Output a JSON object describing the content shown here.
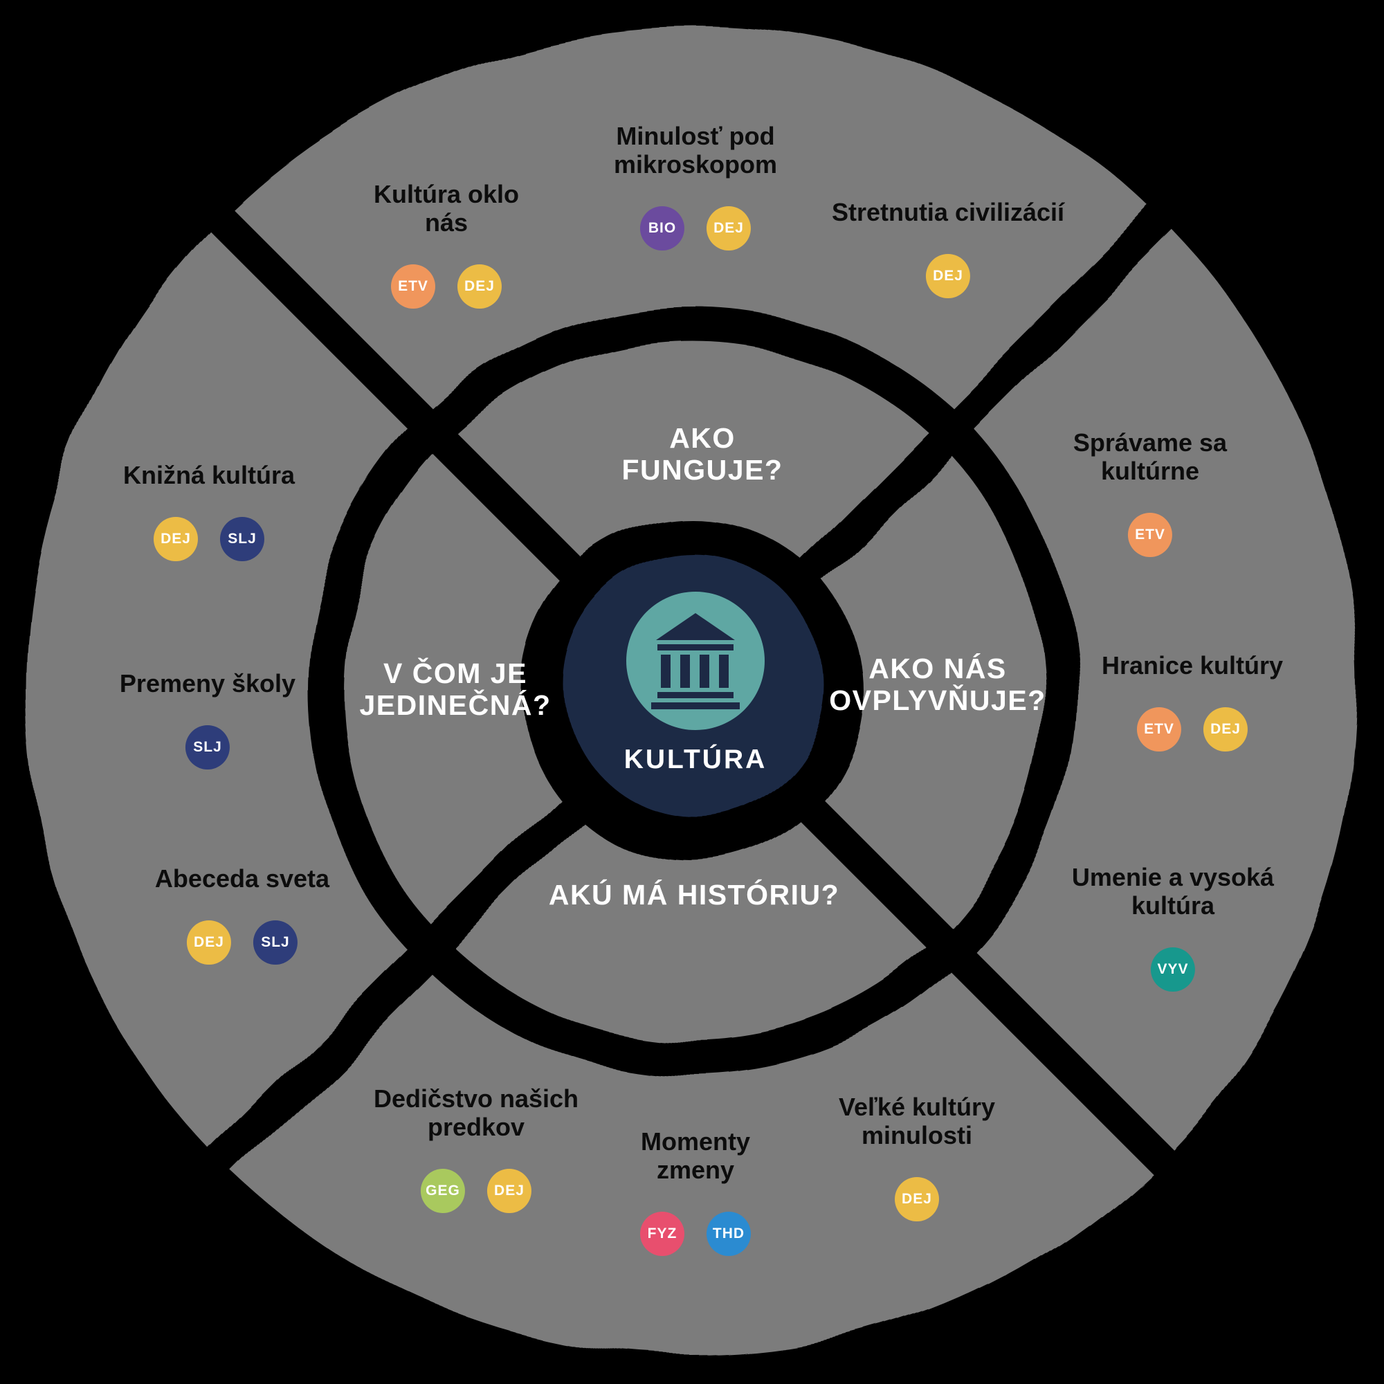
{
  "palette": {
    "background": "#000000",
    "sector_gray": "#7B7B7B",
    "center_navy": "#1D2945",
    "center_teal": "#5FA7A3",
    "question_text": "#FFFFFF",
    "topic_text": "#0C0C0C"
  },
  "center": {
    "label": "KULTÚRA",
    "icon": "museum-temple-icon"
  },
  "sectors": {
    "top": {
      "question": "AKO\nFUNGUJE?",
      "topics": [
        {
          "label": "Kultúra oklo\nnás",
          "badges": [
            {
              "code": "ETV",
              "color": "#F0965C"
            },
            {
              "code": "DEJ",
              "color": "#ECBC45"
            }
          ]
        },
        {
          "label": "Minulosť pod\nmikroskopom",
          "badges": [
            {
              "code": "BIO",
              "color": "#6B4B9E"
            },
            {
              "code": "DEJ",
              "color": "#ECBC45"
            }
          ]
        },
        {
          "label": "Stretnutia civilizácií",
          "badges": [
            {
              "code": "DEJ",
              "color": "#ECBC45"
            }
          ]
        }
      ]
    },
    "left": {
      "question": "V ČOM JE\nJEDINEČNÁ?",
      "topics": [
        {
          "label": "Knižná kultúra",
          "badges": [
            {
              "code": "DEJ",
              "color": "#ECBC45"
            },
            {
              "code": "SLJ",
              "color": "#2E3D7A"
            }
          ]
        },
        {
          "label": "Premeny školy",
          "badges": [
            {
              "code": "SLJ",
              "color": "#2E3D7A"
            }
          ]
        },
        {
          "label": "Abeceda sveta",
          "badges": [
            {
              "code": "DEJ",
              "color": "#ECBC45"
            },
            {
              "code": "SLJ",
              "color": "#2E3D7A"
            }
          ]
        }
      ]
    },
    "right": {
      "question": "AKO NÁS\nOVPLYVŇUJE?",
      "topics": [
        {
          "label": "Správame sa\nkultúrne",
          "badges": [
            {
              "code": "ETV",
              "color": "#F0965C"
            }
          ]
        },
        {
          "label": "Hranice kultúry",
          "badges": [
            {
              "code": "ETV",
              "color": "#F0965C"
            },
            {
              "code": "DEJ",
              "color": "#ECBC45"
            }
          ]
        },
        {
          "label": "Umenie a vysoká\nkultúra",
          "badges": [
            {
              "code": "VYV",
              "color": "#17988D"
            }
          ]
        }
      ]
    },
    "bottom": {
      "question": "AKÚ MÁ HISTÓRIU?",
      "topics": [
        {
          "label": "Dedičstvo našich\npredkov",
          "badges": [
            {
              "code": "GEG",
              "color": "#A9C95E"
            },
            {
              "code": "DEJ",
              "color": "#ECBC45"
            }
          ]
        },
        {
          "label": "Momenty\nzmeny",
          "badges": [
            {
              "code": "FYZ",
              "color": "#E84F6E"
            },
            {
              "code": "THD",
              "color": "#2B8BD1"
            }
          ]
        },
        {
          "label": "Veľké kultúry\nminulosti",
          "badges": [
            {
              "code": "DEJ",
              "color": "#ECBC45"
            }
          ]
        }
      ]
    }
  }
}
